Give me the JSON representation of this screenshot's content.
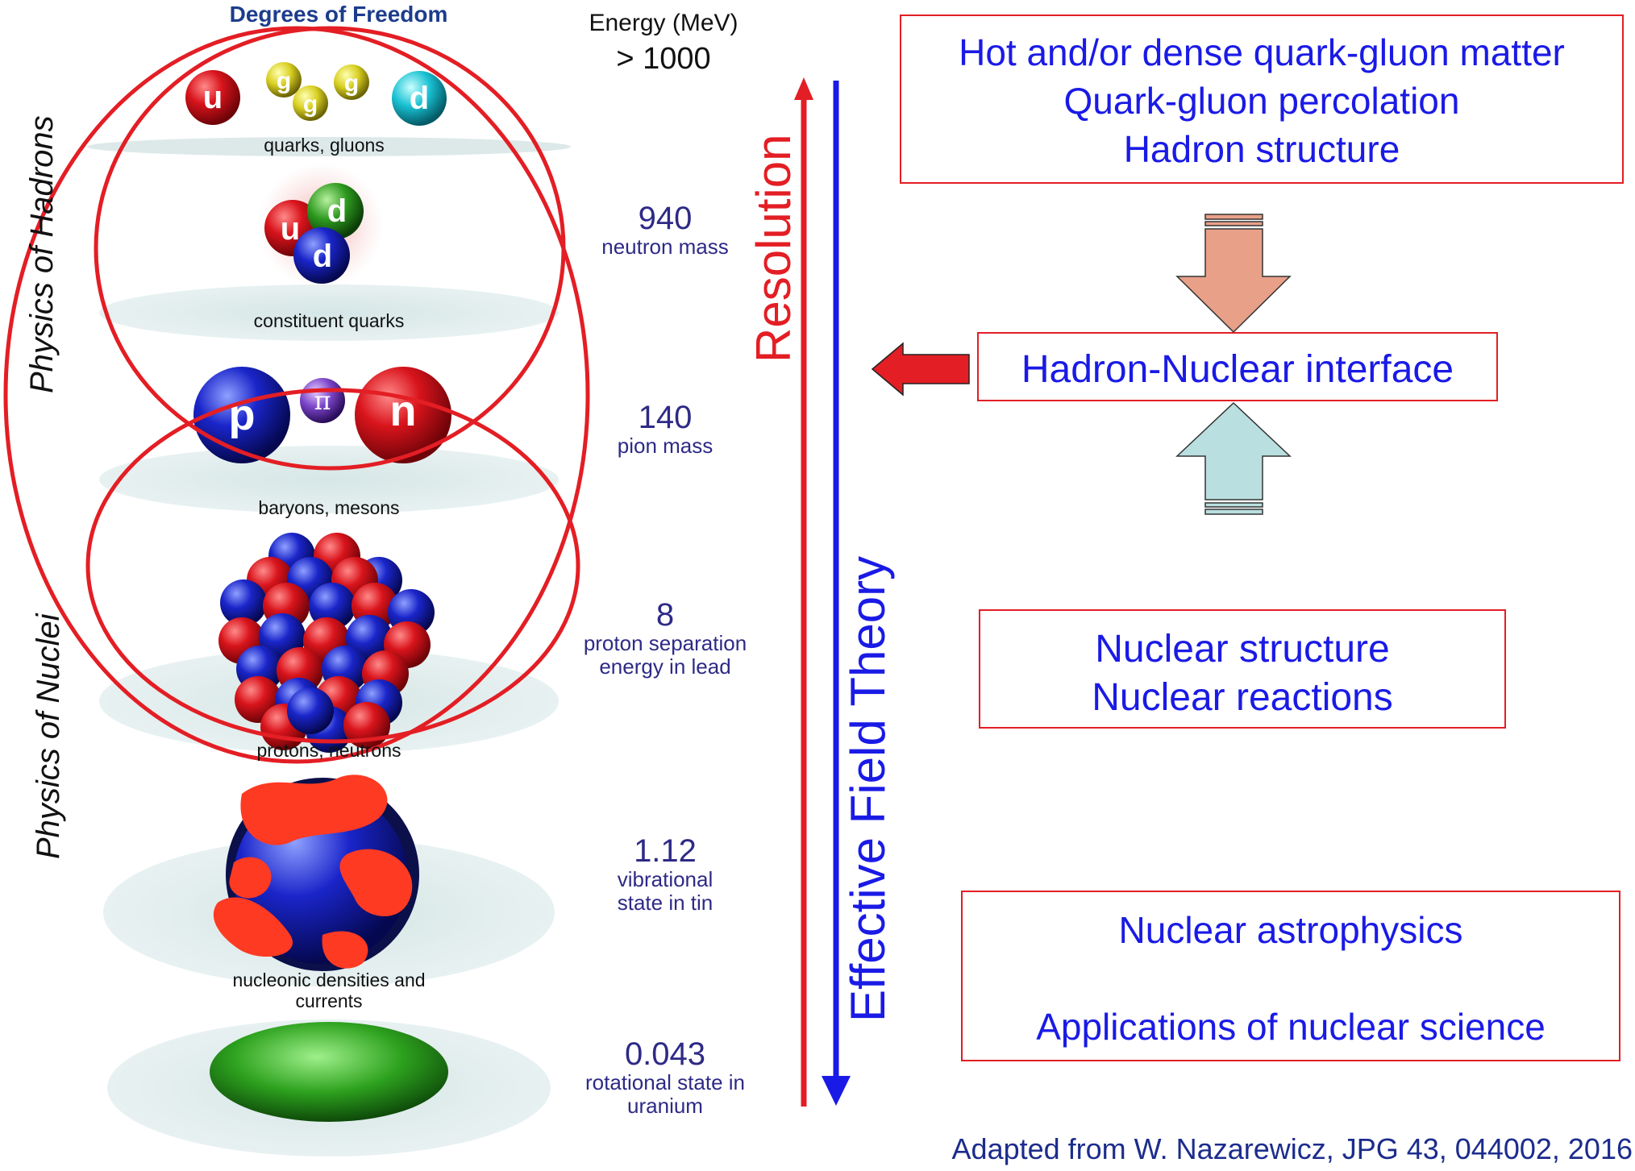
{
  "header": {
    "degrees_title": "Degrees of Freedom",
    "energy_title": "Energy (MeV)",
    "energy_top": "> 1000"
  },
  "levels": [
    {
      "label": "quarks, gluons"
    },
    {
      "label": "constituent quarks",
      "energy": "940",
      "desc": "neutron mass"
    },
    {
      "label": "baryons, mesons",
      "energy": "140",
      "desc": "pion mass"
    },
    {
      "label": "protons, neutrons",
      "energy": "8",
      "desc": "proton separation energy in lead"
    },
    {
      "label": "nucleonic densities and currents",
      "energy": "1.12",
      "desc": "vibrational state in tin"
    },
    {
      "label": "",
      "energy": "0.043",
      "desc": "rotational state in uranium"
    }
  ],
  "particles": {
    "u": "u",
    "g": "g",
    "d": "d",
    "p": "p",
    "pi": "π",
    "n": "n"
  },
  "side_labels": {
    "hadrons": "Physics of Hadrons",
    "nuclei": "Physics of Nuclei"
  },
  "axis_labels": {
    "resolution": "Resolution",
    "eft": "Effective Field Theory"
  },
  "boxes": {
    "hadron_box": [
      "Hot and/or dense quark-gluon matter",
      "Quark-gluon percolation",
      "Hadron structure"
    ],
    "interface": "Hadron-Nuclear interface",
    "nuclear_box": [
      "Nuclear structure",
      "Nuclear reactions"
    ],
    "astro_box": [
      "Nuclear astrophysics",
      "Applications of nuclear science"
    ]
  },
  "credit": "Adapted from W. Nazarewicz, JPG 43, 044002, 2016",
  "colors": {
    "red": "#e31e24",
    "blue": "#1a1ae6",
    "energy_text": "#2e2a86",
    "down_arrow": "#e8a088",
    "up_arrow": "#b9dfe0"
  }
}
